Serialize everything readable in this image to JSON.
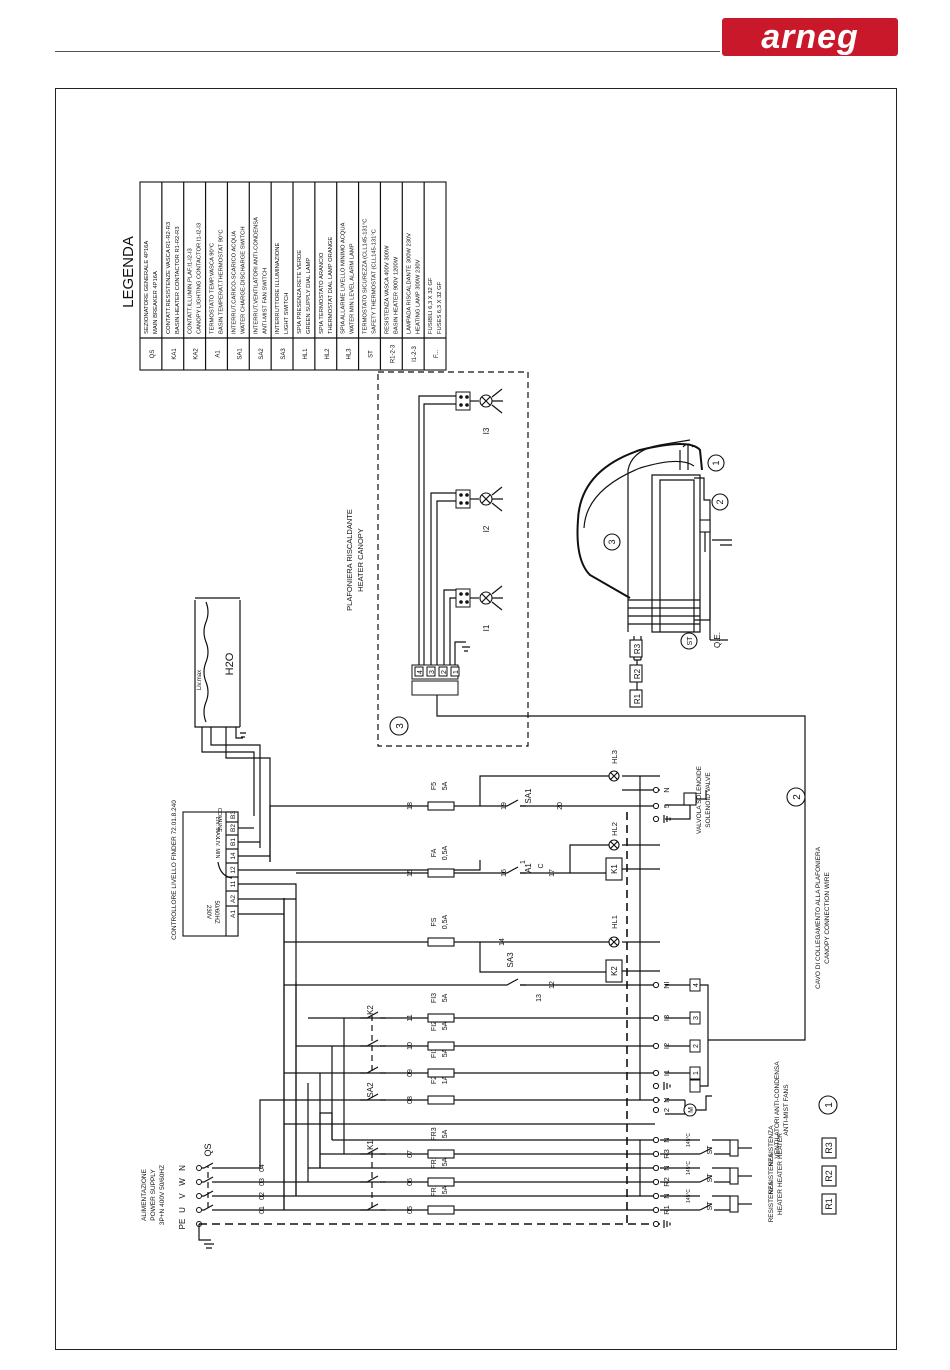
{
  "brand": {
    "logo_text": "arneg",
    "accent_color": "#c8182a"
  },
  "legend": {
    "title": "LEGENDA",
    "rows": [
      {
        "code": "QS",
        "desc": [
          "SEZIONATORE GENERALE 4P16A",
          "MAIN BREAKER 4P16A"
        ]
      },
      {
        "code": "KA1",
        "desc": [
          "CONTATT.RESISTENZE VASCA R1-R2-R3",
          "BASIN HEATER CONTACTOR R1-R2-R3"
        ]
      },
      {
        "code": "KA2",
        "desc": [
          "CONTATT.ILLUMIN.PLAF.I1-I2-I3",
          "CANOPY LIGHTING CONTACTOR I1-I2-I3"
        ]
      },
      {
        "code": "A1",
        "desc": [
          "TERMOSTATO TEMP.VASCA 90°C",
          "BASIN TEMPERAT.THERMOSTAT 90°C"
        ]
      },
      {
        "code": "SA1",
        "desc": [
          "INTERRUT.CARICO-SCARICO ACQUA",
          "WATER CHARGE-DISCHARGE SWITCH"
        ]
      },
      {
        "code": "SA2",
        "desc": [
          "INTERRUT.VENTILATORI ANTI-CONDENSA",
          "ANTI-MIST FAN SWITCH"
        ]
      },
      {
        "code": "SA3",
        "desc": [
          "INTERRUTTORE ILLUMINAZIONE",
          "LIGHT SWITCH"
        ]
      },
      {
        "code": "HL1",
        "desc": [
          "SPIA PRESENZA RETE VERDE",
          "GREEN SUPPLY DIAL LAMP"
        ]
      },
      {
        "code": "HL2",
        "desc": [
          "SPIA TERMOSTATO ARANCIO",
          "THERMOSTAT DIAL LAMP ORANGE"
        ]
      },
      {
        "code": "HL3",
        "desc": [
          "SPIA ALLARME LIVELLO MINIMO ACQUA",
          "WATER MIN LEVEL ALARM LAMP"
        ]
      },
      {
        "code": "ST",
        "desc": [
          "TERMOSTATO SICUREZZA (CLL145-131°C",
          "SAFETY THERMOSTAT (CLL145-131°C"
        ]
      },
      {
        "code": "R1-2-3",
        "desc": [
          "RESISTENZA VASCA 400V 300W",
          "BASIN HEATER 900V 1200W"
        ]
      },
      {
        "code": "I1-2-3",
        "desc": [
          "LAMPADA RISCALDANTE 300W 230V",
          "HEATING LAMP 300W 230V"
        ]
      },
      {
        "code": "F...",
        "desc": [
          "FUSIBILI 6,3 X 32 GF",
          "FUSES 6,3 X 32 GF"
        ]
      }
    ]
  },
  "canopy": {
    "title_it": "PLAFONIERA RISCALDANTE",
    "title_en": "HEATER CANOPY",
    "lamps": [
      "I1",
      "I2",
      "I3"
    ],
    "marker": "3",
    "terminals": [
      "4",
      "3",
      "2",
      "1"
    ]
  },
  "tank": {
    "label": "H2O",
    "level_label": "Liv.max"
  },
  "controller": {
    "label": "CONTROLLORE LIVELLO FINDER 72.01.8.240",
    "voltage": "230V",
    "freq": "50/60HZ",
    "pins": [
      "A1",
      "A2",
      "11",
      "12",
      "14",
      "B1",
      "B2",
      "B3"
    ],
    "pin_labels": [
      "LIV. MAX",
      "LIV. MIN",
      "COMUNE"
    ]
  },
  "supply": {
    "title_it": "ALIMENTAZIONE",
    "title_en": "POWER SUPPLY",
    "spec": "3P+N 400V 50/60HZ",
    "phases": [
      "PE",
      "U",
      "V",
      "W",
      "N"
    ],
    "breaker": "QS"
  },
  "wire_numbers": [
    "01",
    "02",
    "03",
    "04",
    "05",
    "06",
    "07",
    "08",
    "09",
    "10",
    "11",
    "12",
    "13",
    "14",
    "15",
    "16",
    "17",
    "18",
    "19",
    "20"
  ],
  "fuses": [
    {
      "id": "FR1",
      "rating": "5A"
    },
    {
      "id": "FR2",
      "rating": "5A"
    },
    {
      "id": "FR3",
      "rating": "5A"
    },
    {
      "id": "F2",
      "rating": "1A"
    },
    {
      "id": "FI1",
      "rating": "5A"
    },
    {
      "id": "FI2",
      "rating": "5A"
    },
    {
      "id": "FI3",
      "rating": "5A"
    },
    {
      "id": "FS",
      "rating": "0,5A"
    },
    {
      "id": "FA",
      "rating": "0,5A"
    },
    {
      "id": "F5",
      "rating": "5A"
    }
  ],
  "contacts": [
    "K1",
    "SA2",
    "K2",
    "SA3",
    "A1",
    "SA1"
  ],
  "coils": [
    "K1",
    "K2"
  ],
  "lamps": [
    "HL1",
    "HL2",
    "HL3"
  ],
  "a1_contacts": [
    "1",
    "C"
  ],
  "terminals": [
    "R1",
    "N",
    "R2",
    "N",
    "R3",
    "N",
    "2",
    "N",
    "I1",
    "I2",
    "I3",
    "NI",
    "5",
    "N"
  ],
  "heaters": {
    "label_it": "RESISTENZA",
    "label_en": "HEATER",
    "codes": [
      "R1",
      "R2",
      "R3"
    ],
    "st": "ST",
    "temp": "145°C"
  },
  "fans": {
    "label_it": "VENTILATORI ANTI-CONDENSA",
    "label_en": "ANTI-MIST FANS",
    "marker": "1",
    "motor": "M"
  },
  "valve": {
    "label_it": "VALVOLA SOLENOIDE",
    "label_en": "SOLENOID VALVE",
    "marker": "2"
  },
  "cable": {
    "label_it": "CAVO DI COLLEGAMENTO ALLA PLAFONIERA",
    "label_en": "CANOPY CONNECTION WIRE"
  },
  "cabinet": {
    "labels": [
      "Q.E.",
      "ST"
    ],
    "markers": [
      "1",
      "2",
      "3"
    ],
    "heater_codes": [
      "R1",
      "R2",
      "R3"
    ]
  }
}
